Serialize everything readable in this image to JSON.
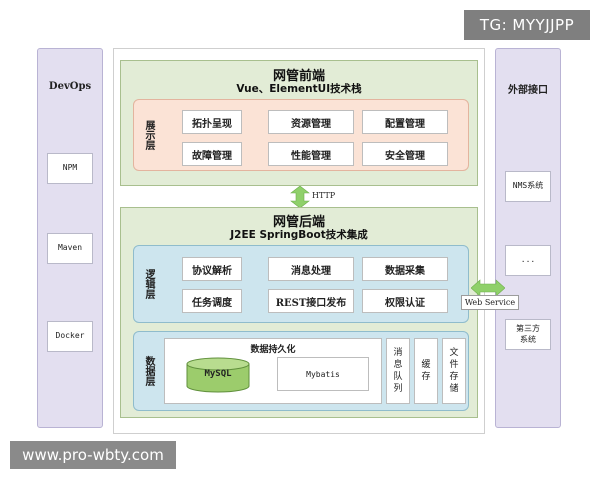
{
  "watermark": {
    "top": "TG: MYYJJPP",
    "bottom": "www.pro-wbty.com"
  },
  "devops": {
    "title": "DevOps",
    "items": [
      "NPM",
      "Maven",
      "Docker"
    ]
  },
  "external": {
    "title": "外部接口",
    "items": [
      "NMS系统",
      "...",
      "第三方系统"
    ]
  },
  "frontend": {
    "title": "网管前端",
    "subtitle": "Vue、ElementUI技术栈",
    "layer_label": "展示层",
    "modules": [
      "拓扑呈现",
      "资源管理",
      "配置管理",
      "故障管理",
      "性能管理",
      "安全管理"
    ]
  },
  "connector": {
    "http": "HTTP",
    "web_service": "Web Service"
  },
  "backend": {
    "title": "网管后端",
    "subtitle": "J2EE SpringBoot技术集成",
    "logic_label": "逻辑层",
    "logic_modules": [
      "协议解析",
      "消息处理",
      "数据采集",
      "任务调度",
      "REST接口发布",
      "权限认证"
    ],
    "data_label": "数据层",
    "persistence_title": "数据持久化",
    "mysql": "MySQL",
    "mybatis": "Mybatis",
    "queue": "消息队列",
    "cache": "缓存",
    "file_storage": "文件存储"
  },
  "colors": {
    "side_column": "#e3dff0",
    "outer_block": "#e2ecd6",
    "presentation_layer": "#fbe3d6",
    "logic_layer": "#cde5ee",
    "db_cylinder": "#9ccc6c",
    "arrow": "#8fd06a"
  }
}
